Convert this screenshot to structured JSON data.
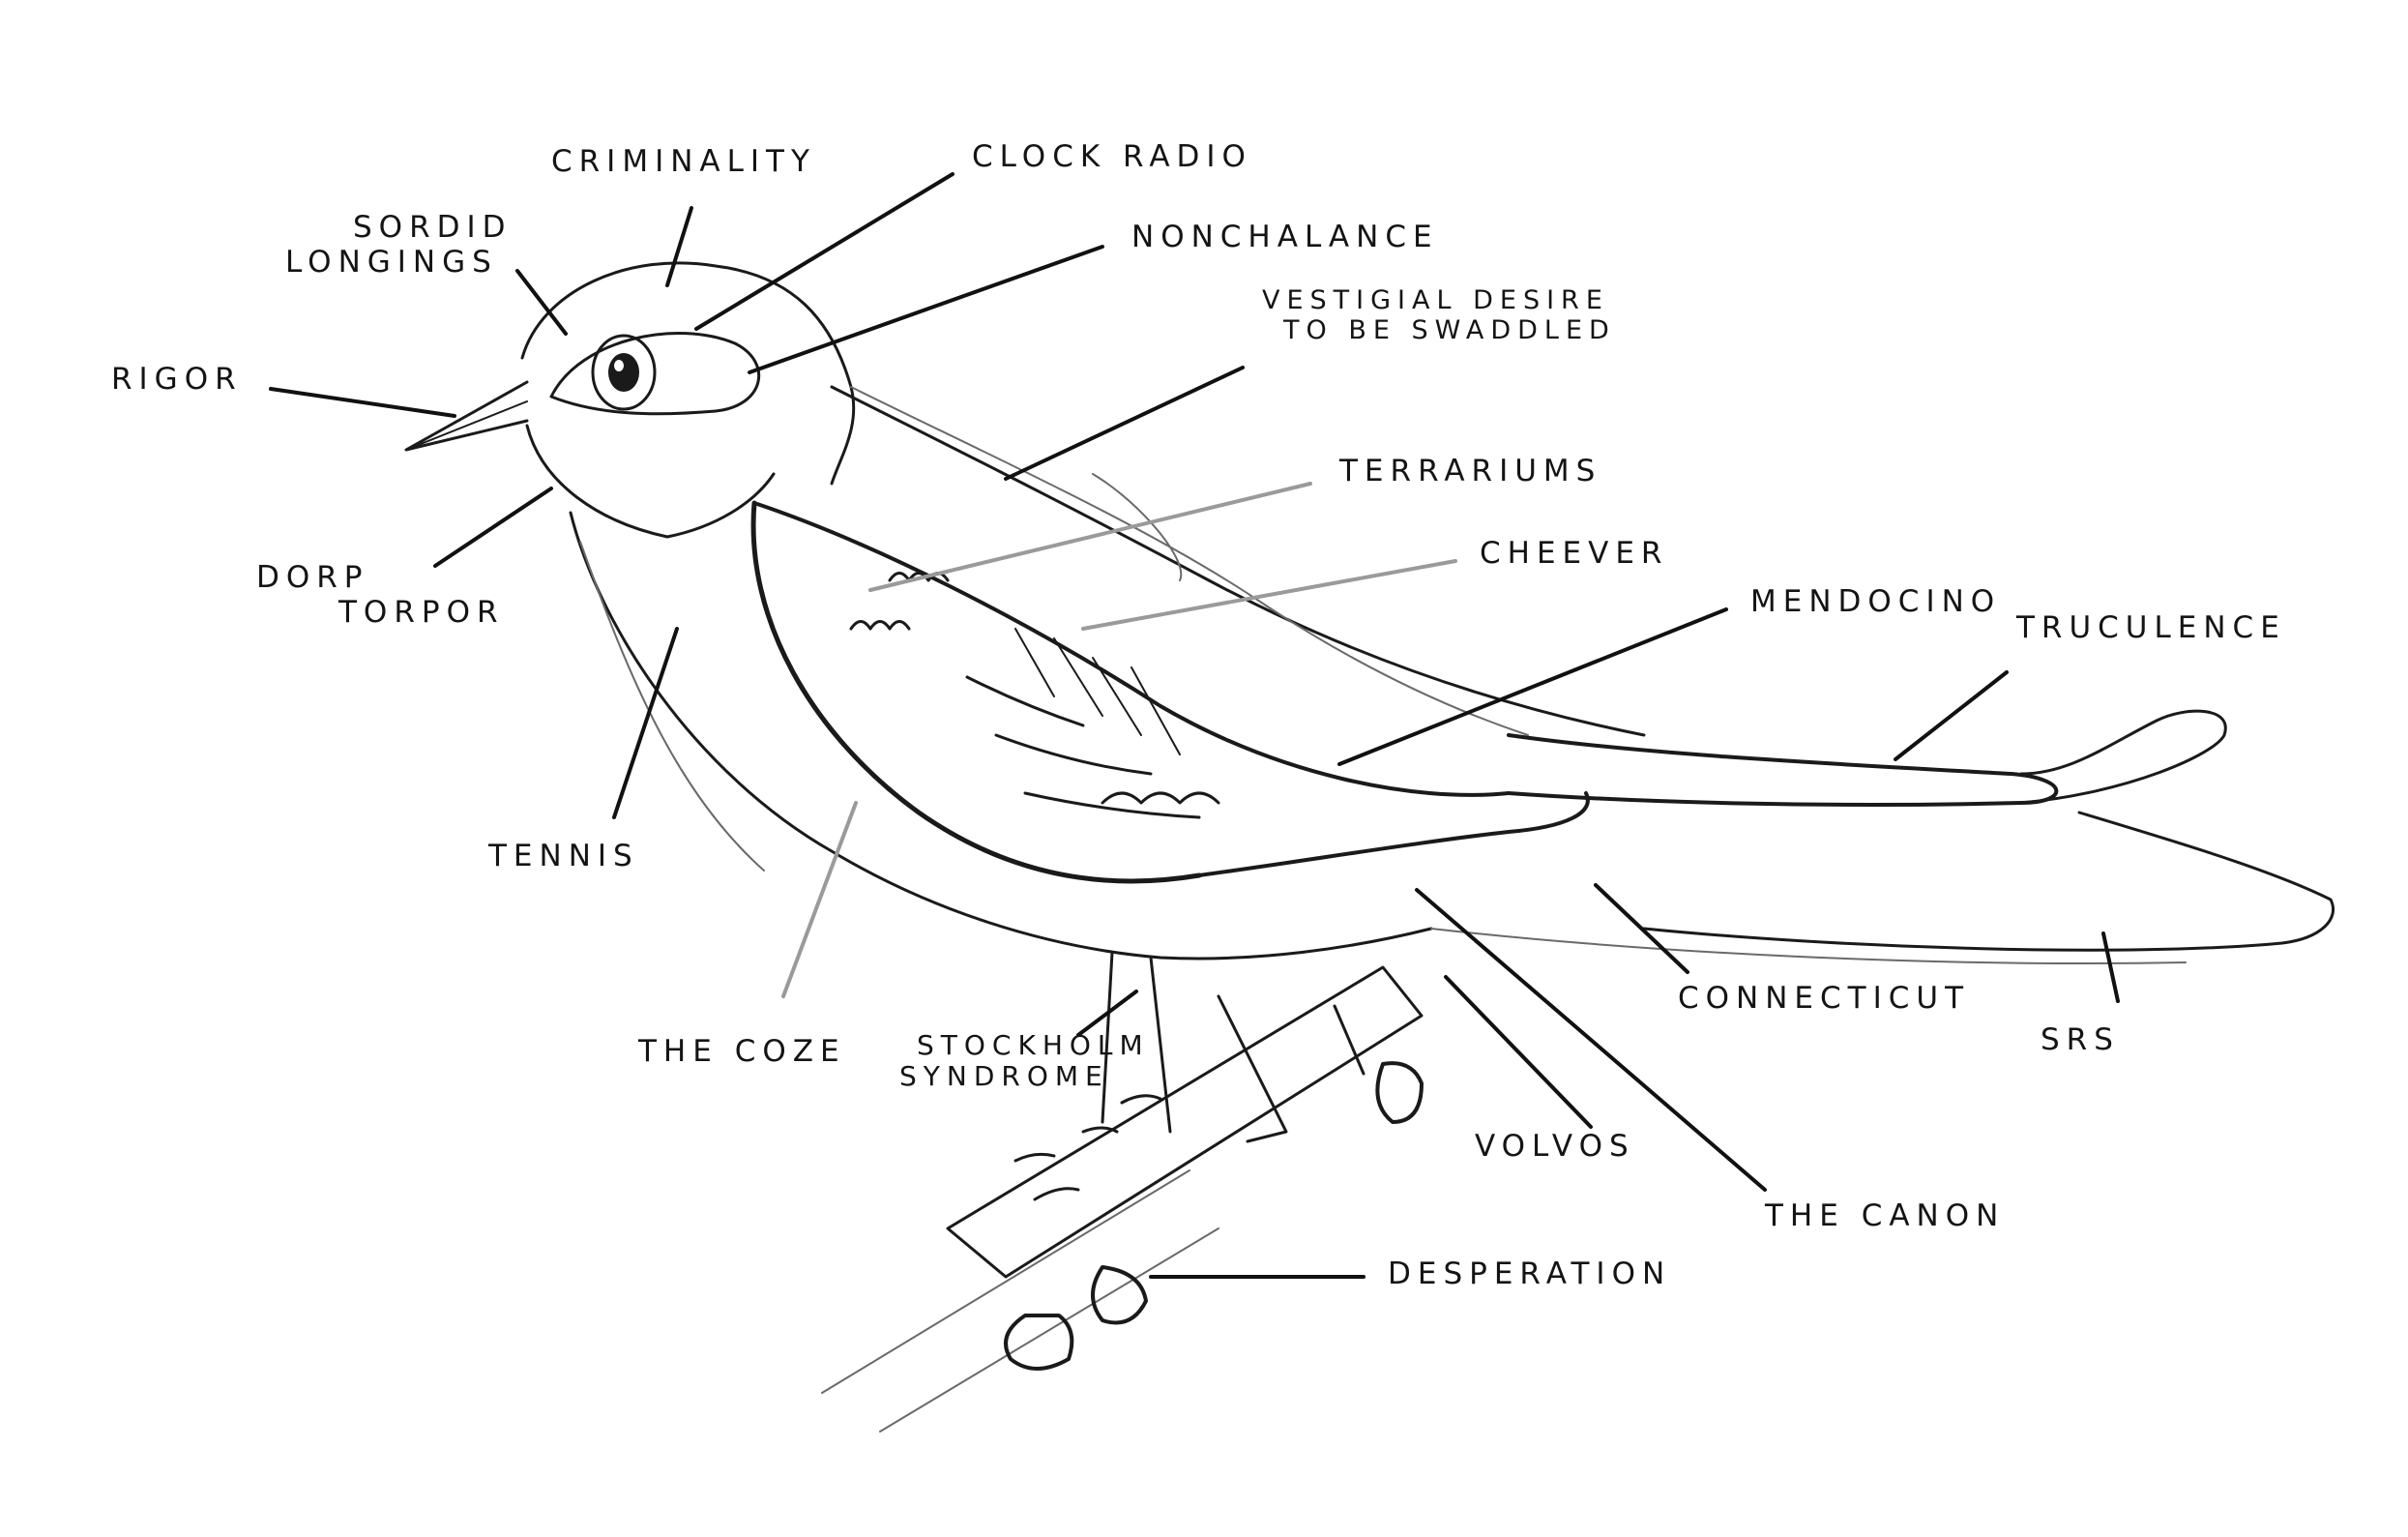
{
  "labels": {
    "criminality": "CRIMINALITY",
    "clock_radio": "CLOCK RADIO",
    "sordid_longings_1": "SORDID",
    "sordid_longings_2": "LONGINGS",
    "nonchalance": "NONCHALANCE",
    "vestigial_1": "VESTIGIAL DESIRE",
    "vestigial_2": "TO BE SWADDLED",
    "rigor": "RIGOR",
    "terrariums": "TERRARIUMS",
    "dorp_torpor_1": "DORP",
    "dorp_torpor_2": "TORPOR",
    "cheever": "CHEEVER",
    "mendocino": "MENDOCINO",
    "truculence": "TRUCULENCE",
    "tennis": "TENNIS",
    "connecticut": "CONNECTICUT",
    "srs": "SRS",
    "the_coze": "THE COZE",
    "stockholm_1": "STOCKHOLM",
    "stockholm_2": "SYNDROME",
    "volvos": "VOLVOS",
    "the_canon": "THE CANON",
    "desperation": "DESPERATION"
  },
  "colors": {
    "ink": "#1a1a1a",
    "pencil": "#6a6a6a",
    "background": "#ffffff"
  }
}
